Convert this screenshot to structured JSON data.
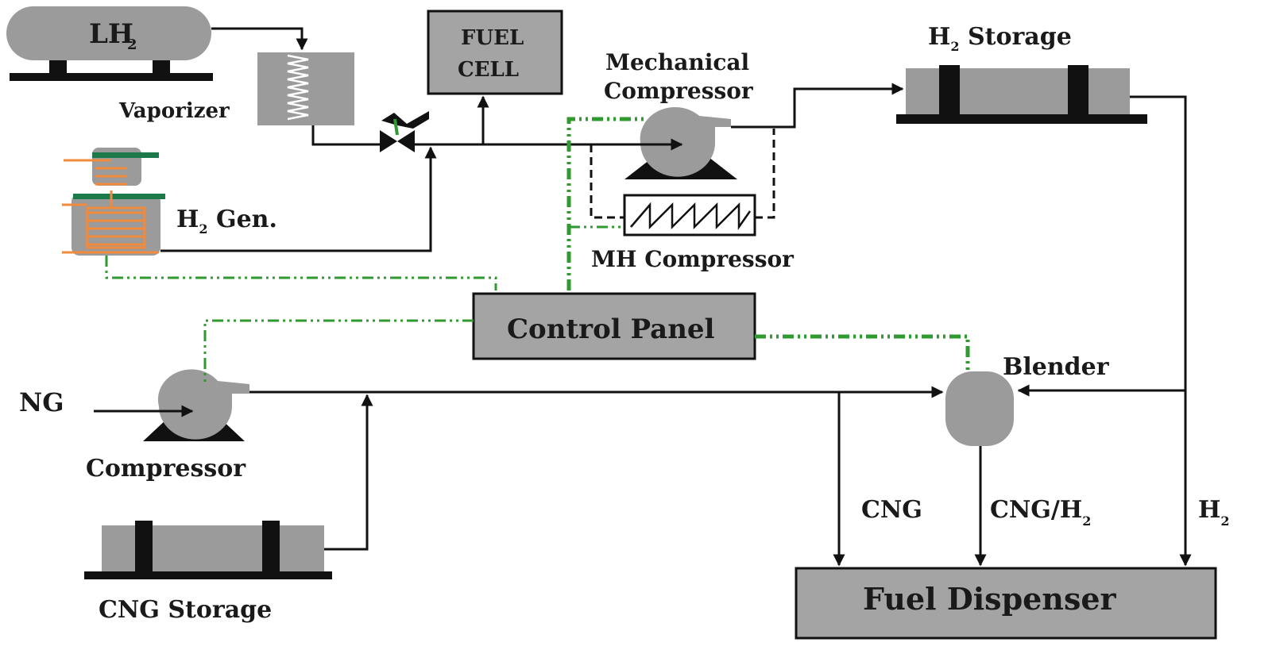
{
  "labels": {
    "lh2_main": "LH",
    "lh2_sub": "2",
    "vaporizer": "Vaporizer",
    "fuel_cell_line1": "FUEL",
    "fuel_cell_line2": "CELL",
    "mech_comp_line1": "Mechanical",
    "mech_comp_line2": "Compressor",
    "h2_storage_main": "H",
    "h2_storage_sub": "2",
    "h2_storage_rest": " Storage",
    "h2_gen_main": "H",
    "h2_gen_sub": "2",
    "h2_gen_rest": " Gen.",
    "mh_compressor": "MH Compressor",
    "control_panel": "Control Panel",
    "blender": "Blender",
    "ng": "NG",
    "compressor": "Compressor",
    "cng_storage": "CNG Storage",
    "cng": "CNG",
    "cng_h2_main": "CNG/H",
    "cng_h2_sub": "2",
    "h2_main": "H",
    "h2_sub": "2",
    "fuel_dispenser": "Fuel Dispenser"
  },
  "colors": {
    "equipment_gray": "#9b9b9b",
    "control_line_green": "#2f9a2f",
    "generator_orange": "#f08a3c",
    "generator_green": "#1c7a4a",
    "line_black": "#111111"
  },
  "icons": {
    "valve": "valve-icon",
    "compressor": "compressor-icon",
    "tank": "tank-icon",
    "heat_exchanger": "heat-exchanger-icon",
    "generator": "hydrogen-generator-icon"
  }
}
